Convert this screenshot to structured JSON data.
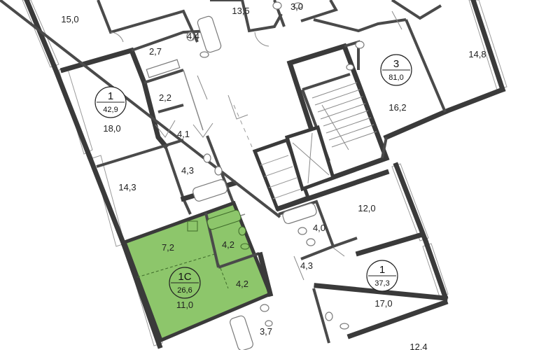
{
  "rooms": [
    {
      "id": "r1",
      "label": "15,0"
    },
    {
      "id": "r2",
      "label": "13,5"
    },
    {
      "id": "r3",
      "label": "3,0"
    },
    {
      "id": "r4",
      "label": "4,4"
    },
    {
      "id": "r5",
      "label": "2,7"
    },
    {
      "id": "r6",
      "label": "2,2"
    },
    {
      "id": "r7",
      "label": "18,0"
    },
    {
      "id": "r8",
      "label": "4,1"
    },
    {
      "id": "r9",
      "label": "4,3"
    },
    {
      "id": "r10",
      "label": "14,3"
    },
    {
      "id": "r11",
      "label": "16,2"
    },
    {
      "id": "r12",
      "label": "14,8"
    },
    {
      "id": "r13",
      "label": "12,0"
    },
    {
      "id": "r14",
      "label": "4,0"
    },
    {
      "id": "r15",
      "label": "4,3"
    },
    {
      "id": "r16",
      "label": "17,0"
    },
    {
      "id": "r17",
      "label": "12,4"
    },
    {
      "id": "r18",
      "label": "7,2"
    },
    {
      "id": "r19",
      "label": "4,2"
    },
    {
      "id": "r20",
      "label": "4,2"
    },
    {
      "id": "r21",
      "label": "11,0"
    },
    {
      "id": "r22",
      "label": "3,7"
    }
  ],
  "apartments": [
    {
      "id": "a1",
      "number": "1",
      "area": "42,9"
    },
    {
      "id": "a2",
      "number": "3",
      "area": "81,0"
    },
    {
      "id": "a3",
      "number": "1",
      "area": "37,3"
    },
    {
      "id": "a4",
      "number": "1С",
      "area": "26,6",
      "highlighted": true
    }
  ],
  "colors": {
    "highlight": "#8dc66b",
    "wall": "#3a3a3a",
    "background": "#ffffff"
  }
}
